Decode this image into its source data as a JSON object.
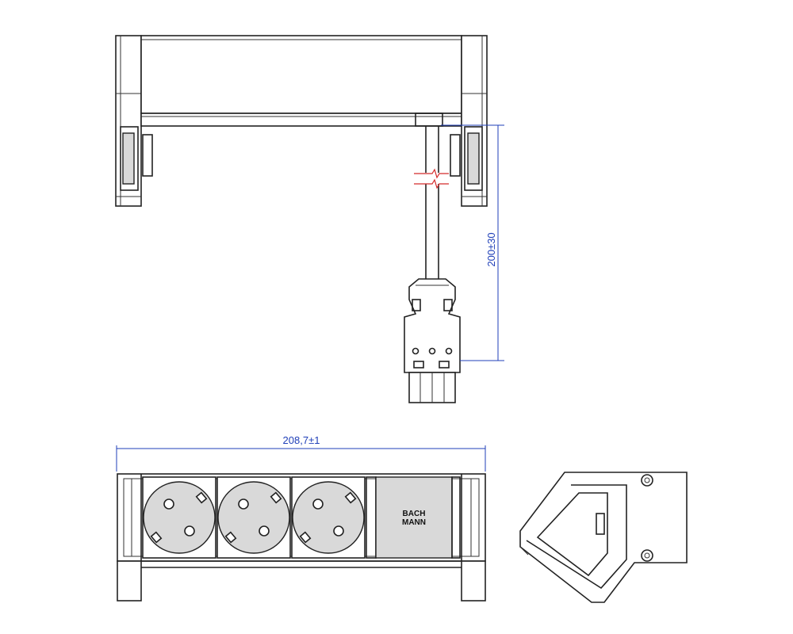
{
  "dimensions": {
    "cable_length": "200±30",
    "total_width": "208,7±1"
  },
  "module": {
    "brand_line1": "BACH",
    "brand_line2": "MANN"
  },
  "colors": {
    "drawing_line": "#222222",
    "dimension": "#1f3fb8",
    "cable_break": "#d42a2a",
    "socket_fill": "#d9d9d9"
  }
}
